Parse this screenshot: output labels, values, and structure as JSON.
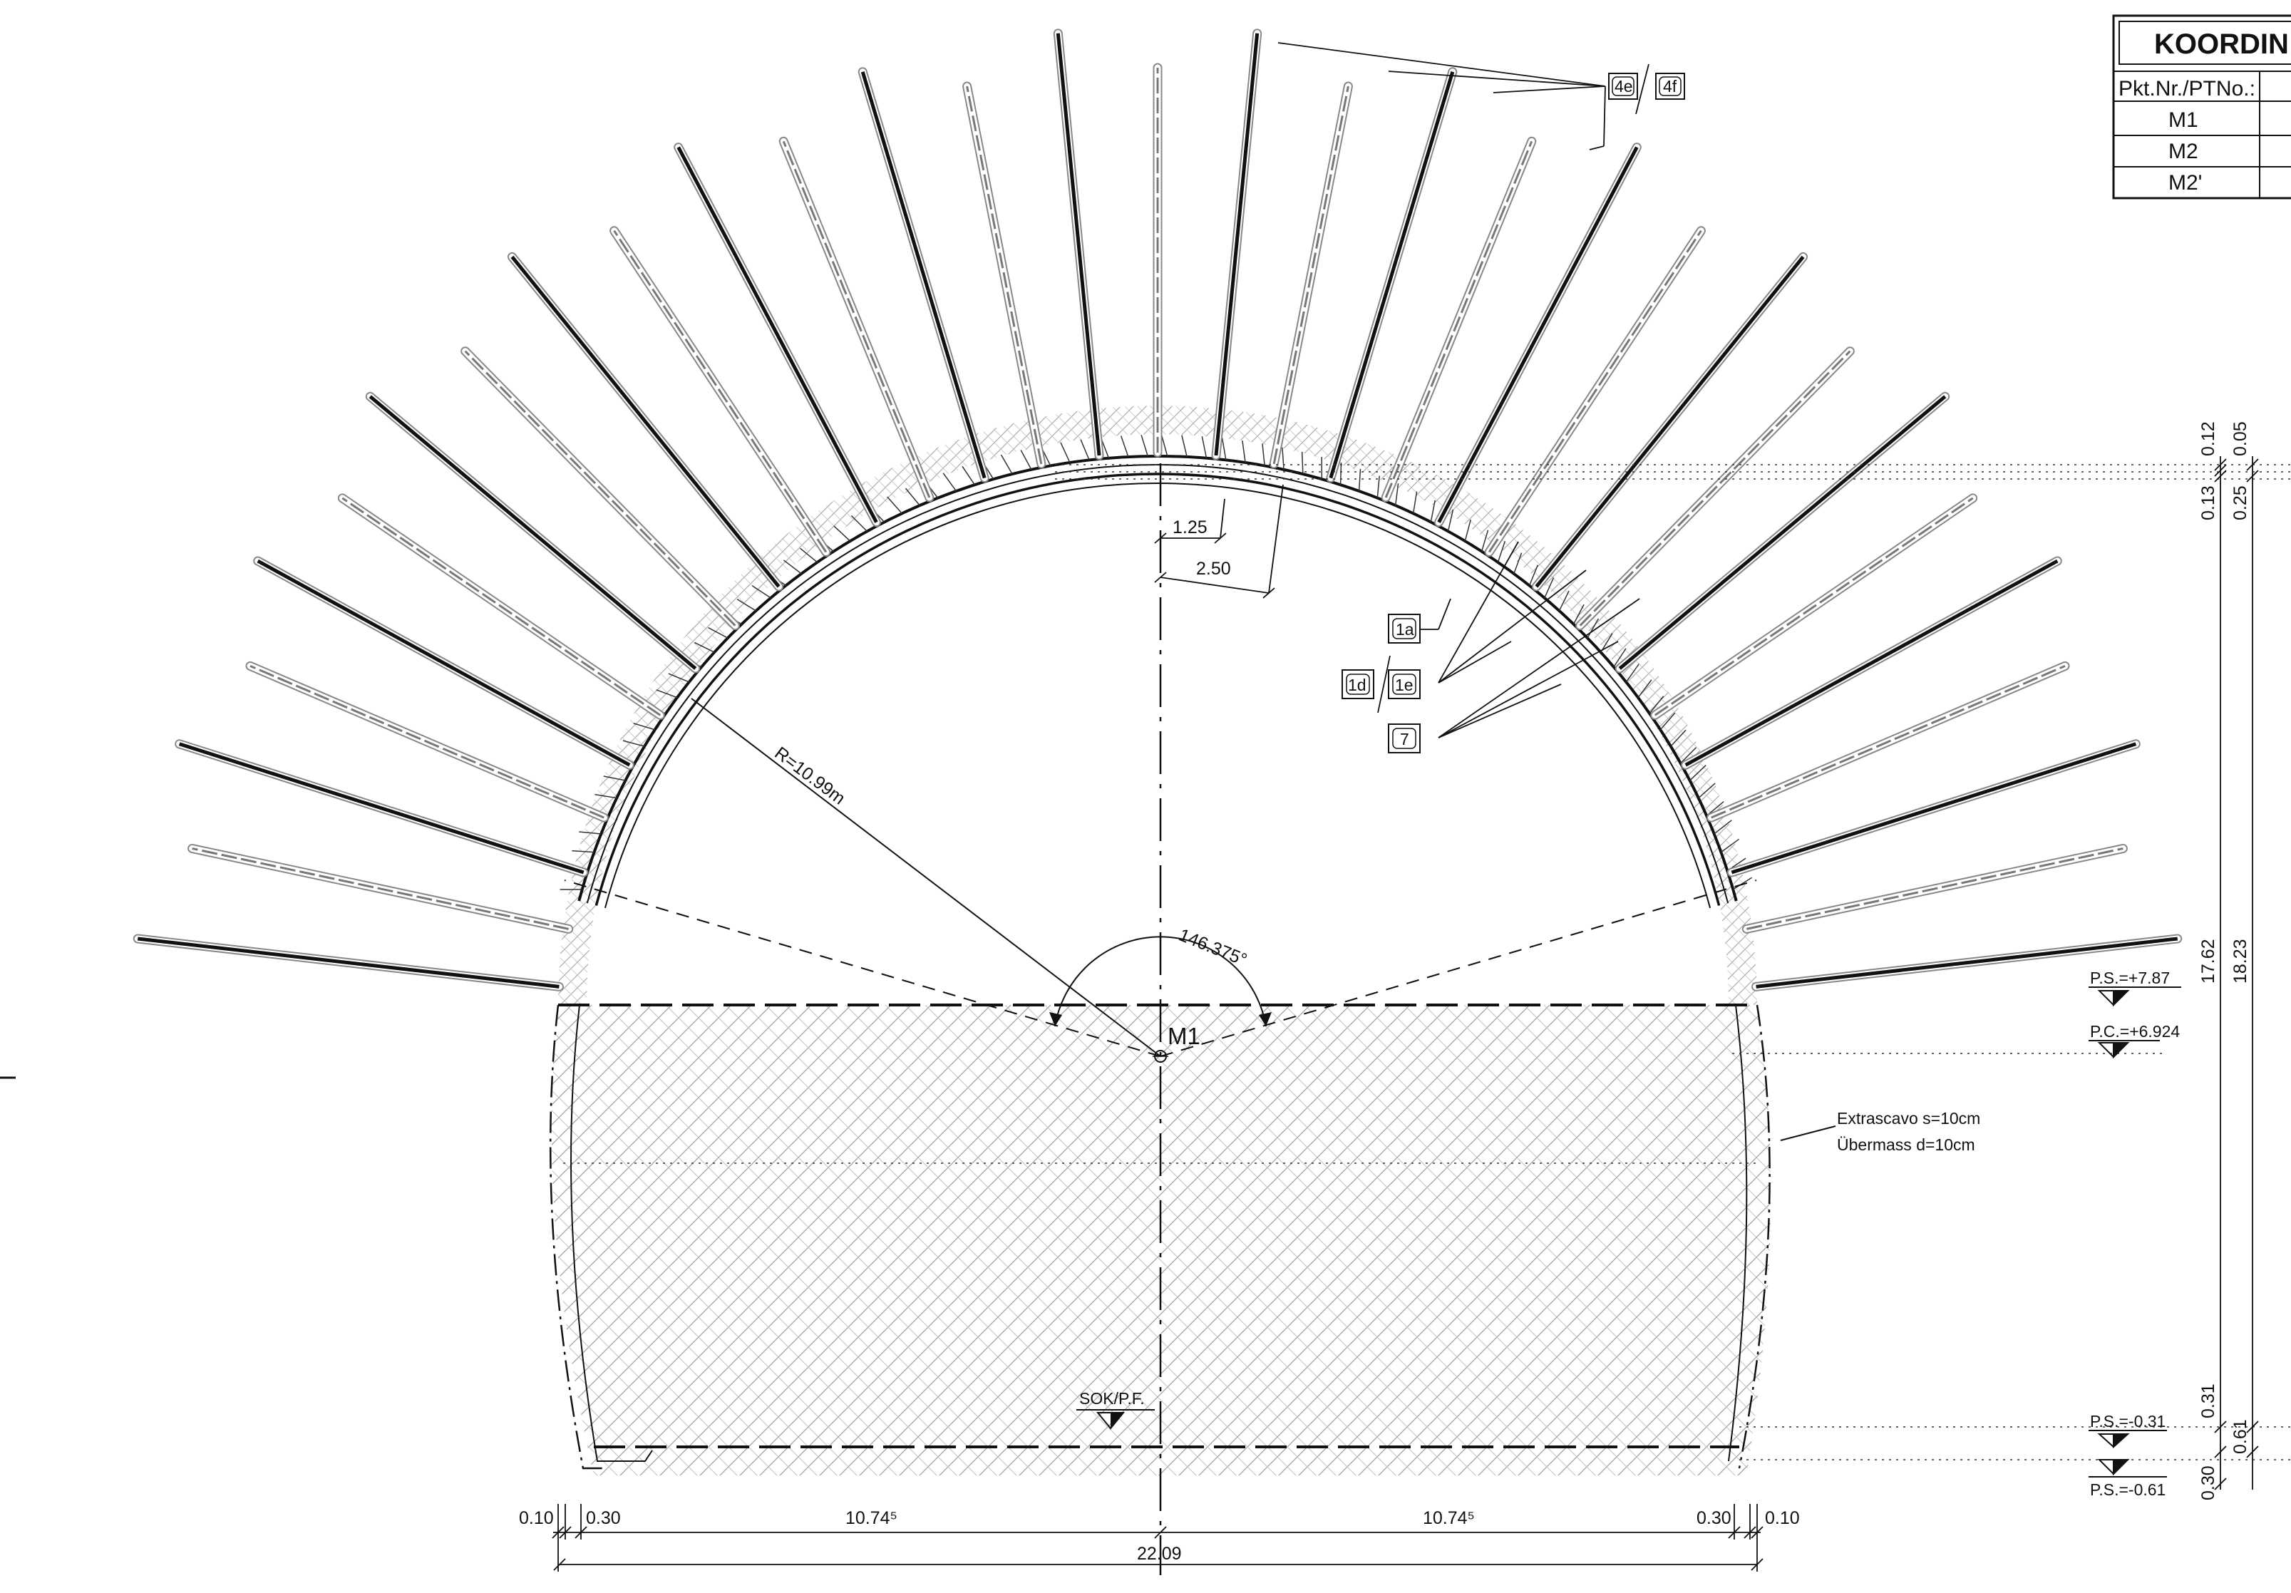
{
  "table": {
    "title": "KOORDIN",
    "header": "Pkt.Nr./PTNo.:",
    "rows": [
      "M1",
      "M2",
      "M2'"
    ]
  },
  "labels": {
    "radius": "R=10.99m",
    "angle": "146.375°",
    "center": "M1",
    "sok": "SOK/P.F.",
    "extrascavo": "Extrascavo s=10cm",
    "uebermass": "Übermass d=10cm"
  },
  "callouts": {
    "c4e": "4e",
    "c4f": "4f",
    "c1a": "1a",
    "c1d": "1d",
    "c1e": "1e",
    "c7": "7"
  },
  "levels": {
    "ps_top": "P.S.=+7.87",
    "pc": "P.C.=+6.924",
    "ps_m031": "P.S.=-0.31",
    "ps_m061": "P.S.=-0.61"
  },
  "dims_top": {
    "d125": "1.25",
    "d250": "2.50"
  },
  "dims_bottom": {
    "left_010": "0.10",
    "left_030": "0.30",
    "left_1074": "10.74⁵",
    "right_1074": "10.74⁵",
    "right_030": "0.30",
    "right_010": "0.10",
    "total": "22.09"
  },
  "dims_right": {
    "v012": "0.12",
    "v005": "0.05",
    "v013": "0.13",
    "v025": "0.25",
    "v1762": "17.62",
    "v1823": "18.23",
    "v031": "0.31",
    "v061": "0.61",
    "v030": "0.30"
  },
  "colors": {
    "ink": "#111111",
    "hatch": "#9a9a9a",
    "bolt_outline": "#888888"
  },
  "icons": {
    "level_marker": "filled-triangle-icon",
    "center_point": "target-circle-icon"
  },
  "bolts": {
    "count": 31,
    "types": [
      "solid",
      "light"
    ]
  }
}
